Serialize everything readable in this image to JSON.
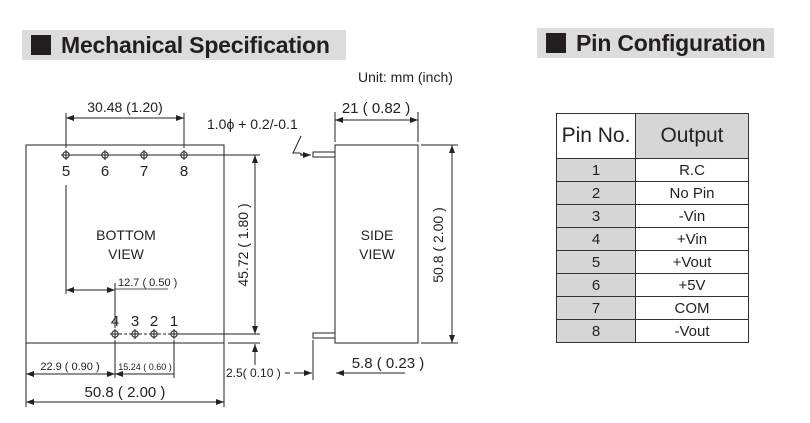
{
  "mechanical": {
    "title": "Mechanical Specification",
    "unit": "Unit: mm (inch)",
    "pin_hole": "1.0ϕ + 0.2/-0.1",
    "bottom_view": {
      "label_line1": "BOTTOM",
      "label_line2": "VIEW",
      "top_pins": [
        "5",
        "6",
        "7",
        "8"
      ],
      "bottom_pins": [
        "4",
        "3",
        "2",
        "1"
      ],
      "dim_pin_span_top": "30.48 (1.20)",
      "dim_height_pins": "45.72 ( 1.80 )",
      "dim_offset": "12.7 ( 0.50 )",
      "dim_left": "22.9 ( 0.90 )",
      "dim_pin_span_bottom": "15.24 ( 0.60 )",
      "dim_width": "50.8 ( 2.00 )",
      "dim_edge": "2.5( 0.10 )"
    },
    "side_view": {
      "label_line1": "SIDE",
      "label_line2": "VIEW",
      "dim_depth": "21 ( 0.82 )",
      "dim_height": "50.8 ( 2.00 )",
      "dim_pin_length": "5.8 ( 0.23 )"
    }
  },
  "pin_config": {
    "title": "Pin Configuration",
    "headers": [
      "Pin No.",
      "Output"
    ],
    "rows": [
      {
        "pin": "1",
        "output": "R.C"
      },
      {
        "pin": "2",
        "output": "No Pin"
      },
      {
        "pin": "3",
        "output": "-Vin"
      },
      {
        "pin": "4",
        "output": "+Vin"
      },
      {
        "pin": "5",
        "output": "+Vout"
      },
      {
        "pin": "6",
        "output": "+5V"
      },
      {
        "pin": "7",
        "output": "COM"
      },
      {
        "pin": "8",
        "output": "-Vout"
      }
    ]
  }
}
